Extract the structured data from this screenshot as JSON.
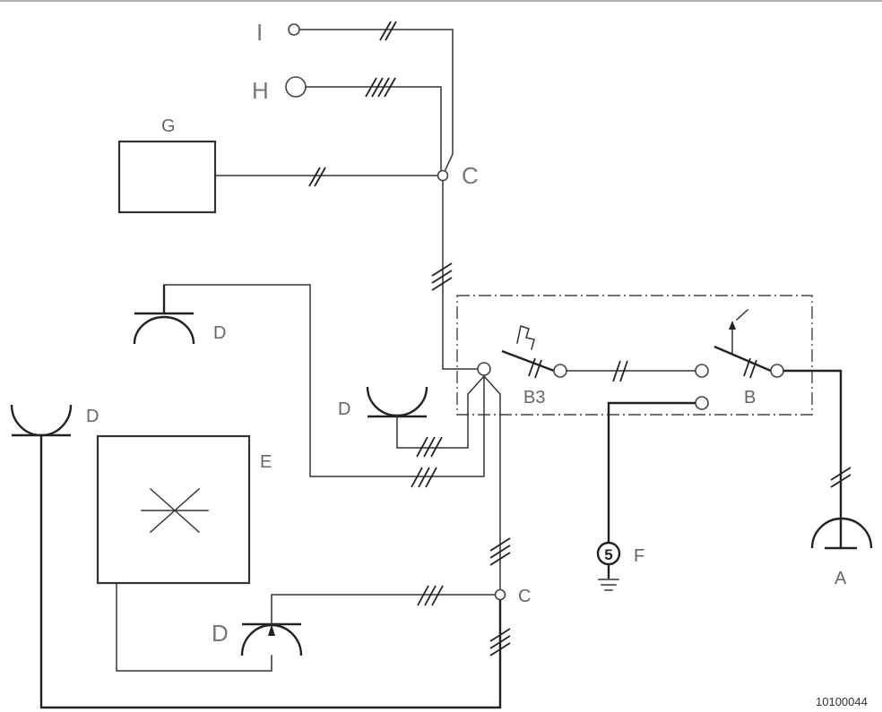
{
  "labels": {
    "I": "I",
    "H": "H",
    "G": "G",
    "C_top": "C",
    "C_bottom": "C",
    "D_top": "D",
    "D_mid": "D",
    "D_left": "D",
    "D_bottom": "D",
    "E": "E",
    "B3": "B3",
    "B": "B",
    "F": "F",
    "A": "A",
    "F_symbol": "5"
  },
  "figure_code": "10100044",
  "colors": {
    "line": "#333333",
    "label": "#666666",
    "background": "#ffffff"
  }
}
